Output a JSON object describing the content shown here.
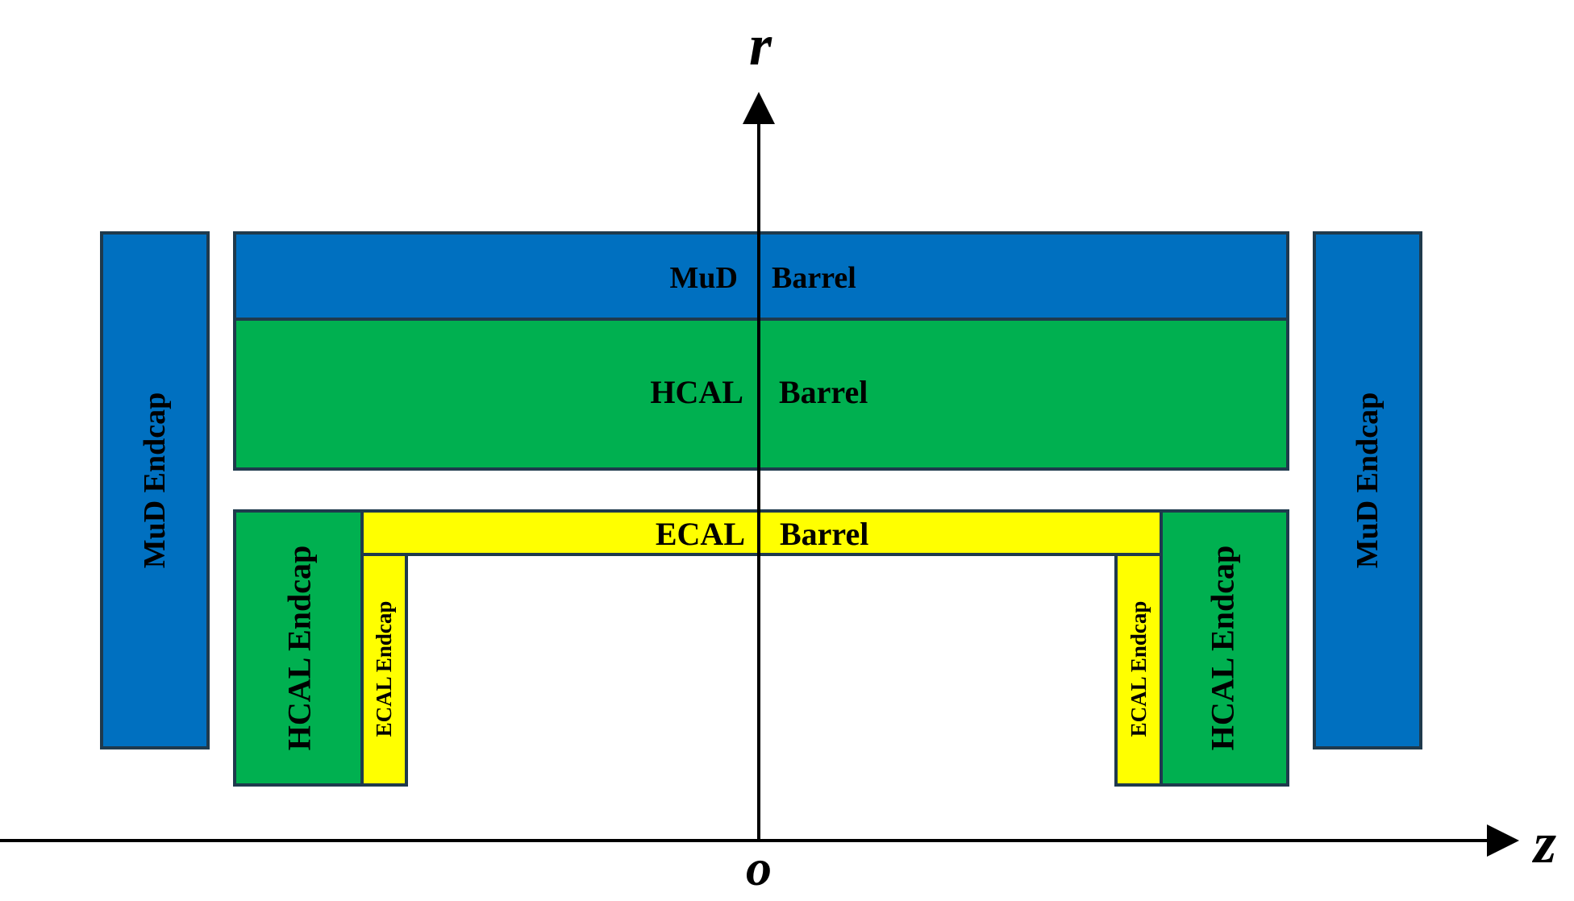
{
  "colors": {
    "mud": "#0070C0",
    "hcal": "#00B050",
    "ecal": "#FFFF00",
    "outline": "#1f3a4d",
    "axis": "#000000"
  },
  "axes": {
    "r_label": "r",
    "z_label": "z",
    "origin_label": "o"
  },
  "labels": {
    "mud_barrel_left": "MuD",
    "mud_barrel_right": "Barrel",
    "hcal_barrel_left": "HCAL",
    "hcal_barrel_right": "Barrel",
    "ecal_barrel_left": "ECAL",
    "ecal_barrel_right": "Barrel",
    "mud_endcap": "MuD  Endcap",
    "hcal_endcap": "HCAL  Endcap",
    "ecal_endcap": "ECAL  Endcap"
  }
}
